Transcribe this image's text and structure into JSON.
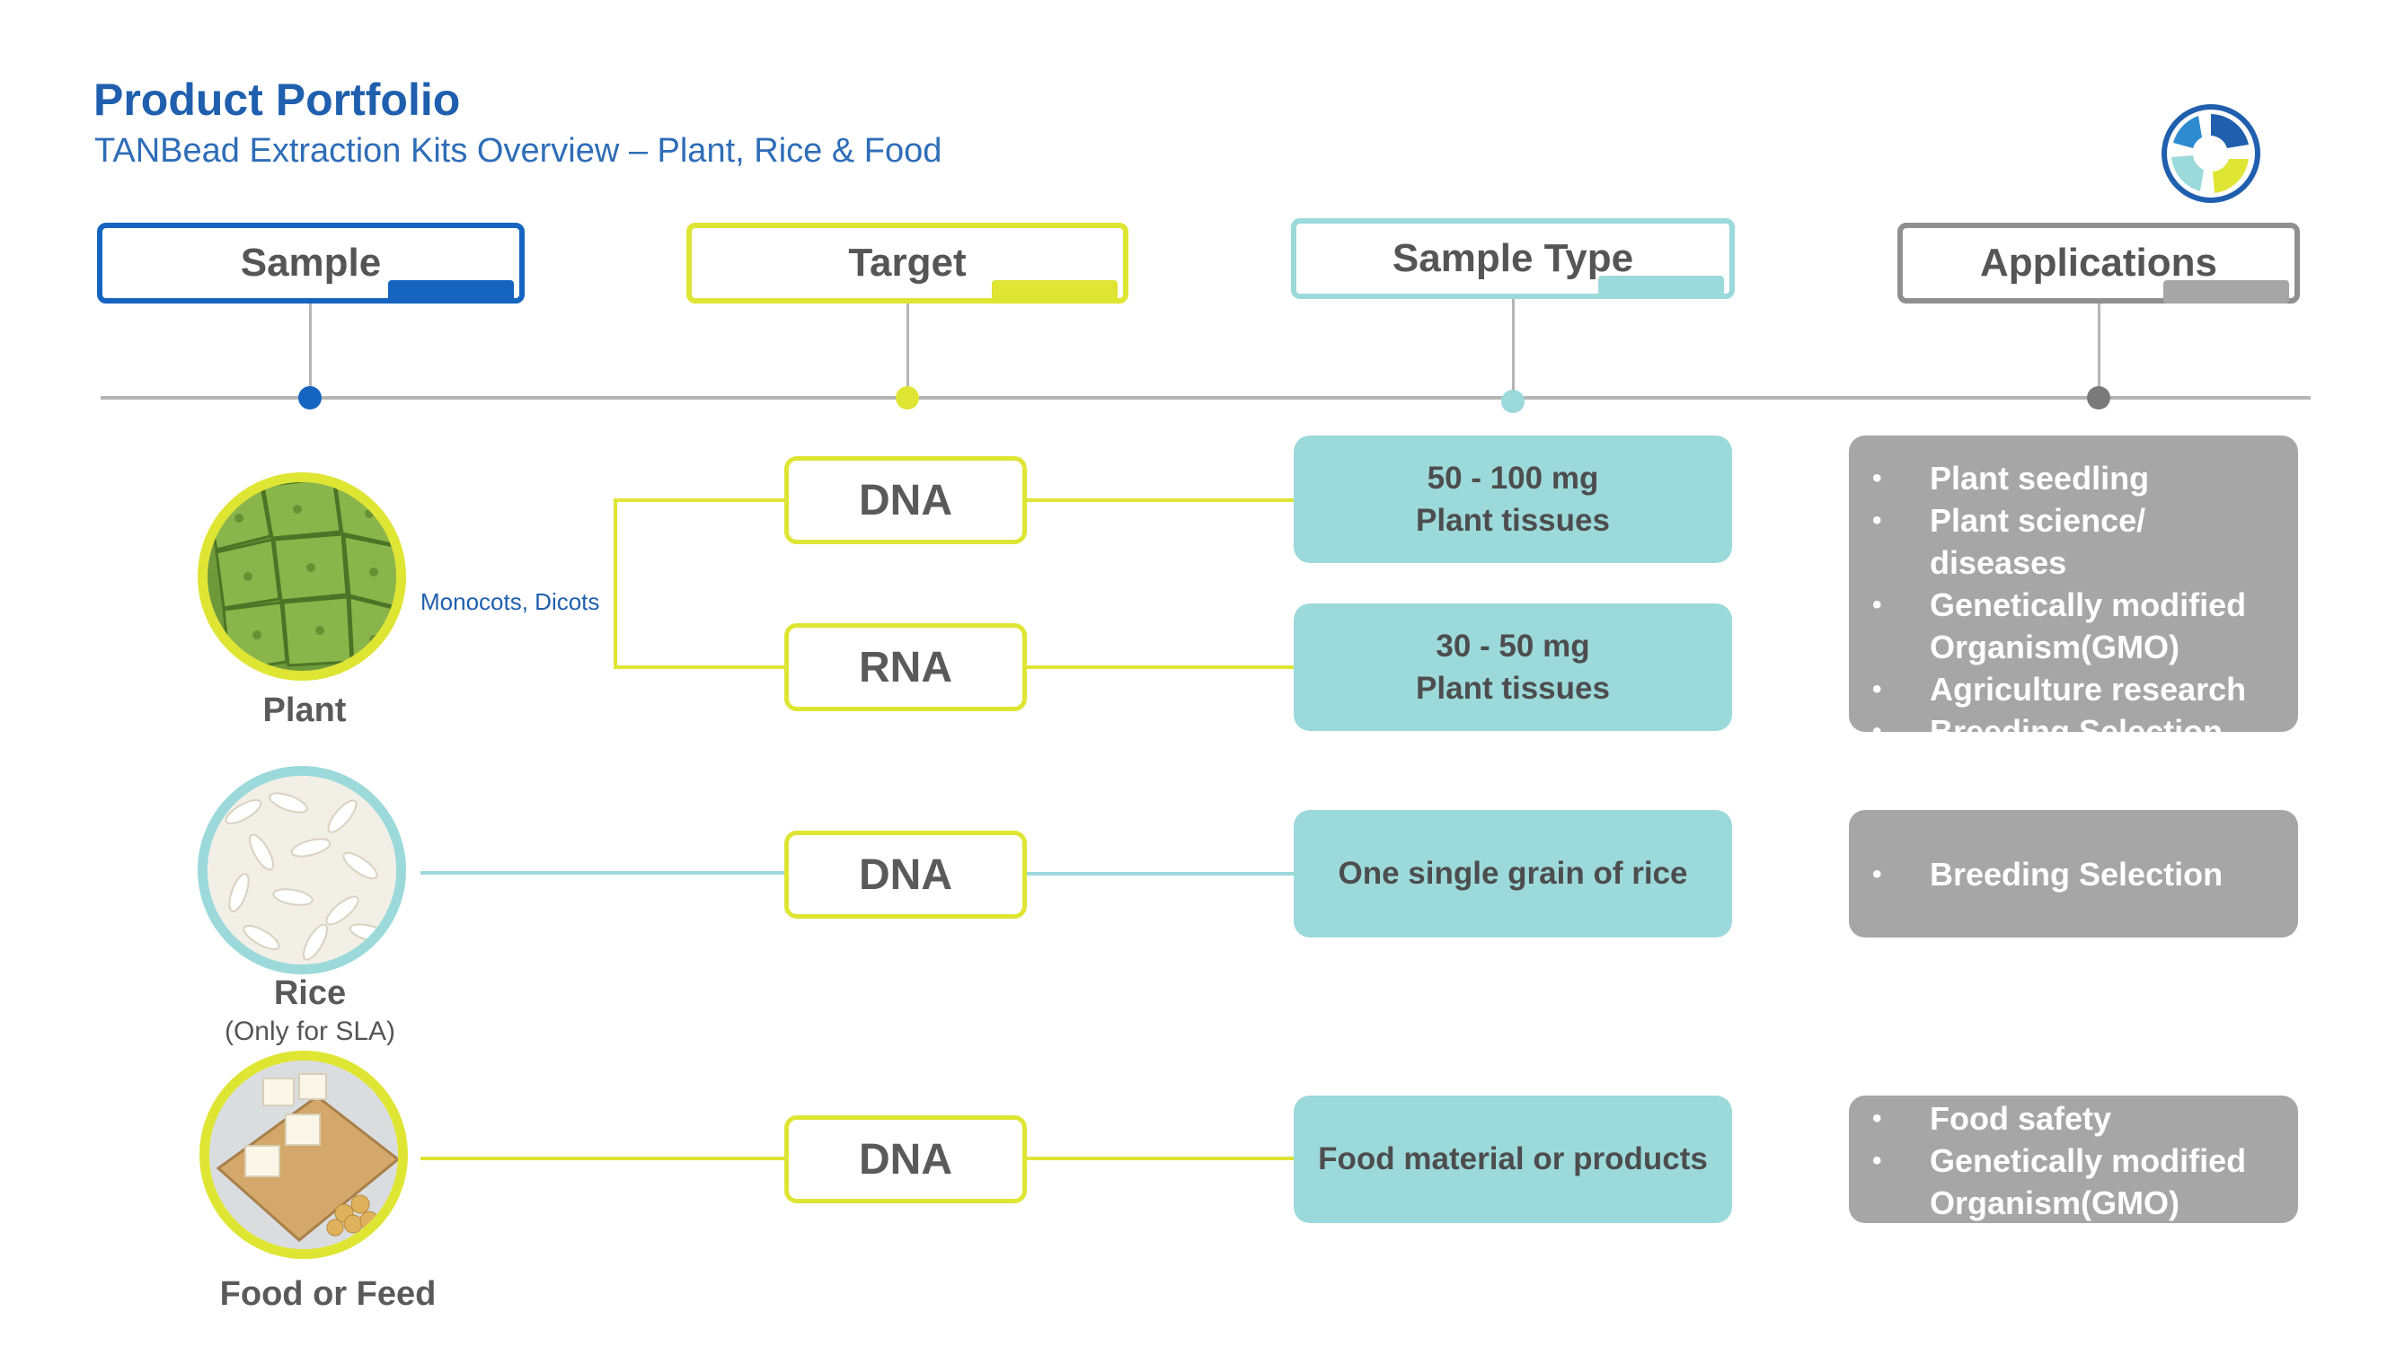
{
  "header": {
    "title": "Product Portfolio",
    "subtitle": "TANBead Extraction Kits Overview – Plant, Rice & Food"
  },
  "columns": {
    "sample": "Sample",
    "target": "Target",
    "sample_type": "Sample Type",
    "applications": "Applications"
  },
  "colors": {
    "sample": "#1565c0",
    "target": "#dfe533",
    "sample_type": "#9cd9da",
    "applications": "#a6a6a6"
  },
  "rows": {
    "plant": {
      "sample": "Plant",
      "branch_label": "Monocots, Dicots",
      "dna": {
        "target": "DNA",
        "sample_type": [
          "50 - 100 mg",
          "Plant tissues"
        ]
      },
      "rna": {
        "target": "RNA",
        "sample_type": [
          "30 - 50 mg",
          "Plant tissues"
        ]
      },
      "applications": [
        "Plant seedling",
        "Plant science/ diseases",
        "Genetically modified",
        "Organism(GMO)",
        "Agriculture research",
        "Breeding Selection"
      ]
    },
    "rice": {
      "sample": "Rice",
      "note": "(Only for SLA)",
      "target": "DNA",
      "sample_type": "One single grain of rice",
      "applications": [
        "Breeding Selection"
      ]
    },
    "food": {
      "sample": "Food or Feed",
      "target": "DNA",
      "sample_type": "Food material or products",
      "applications": [
        "Food safety",
        "Genetically modified",
        "Organism(GMO)"
      ]
    }
  },
  "icons": {
    "logo": "company-logo",
    "plant_image": "plant-leaf-cells-image",
    "rice_image": "rice-grains-image",
    "food_image": "tofu-soybeans-image"
  }
}
